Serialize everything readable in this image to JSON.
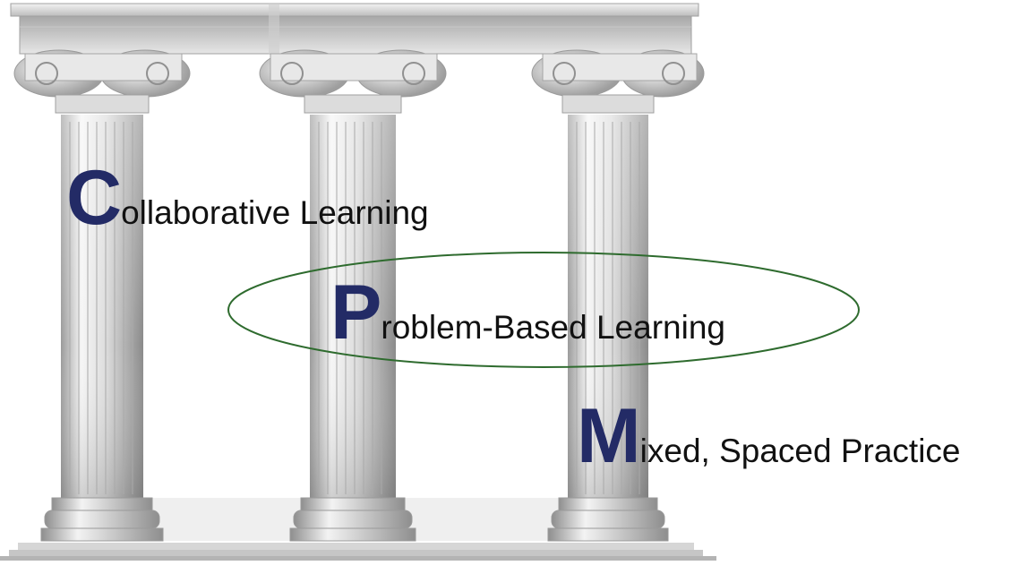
{
  "pillars": [
    {
      "initial": "C",
      "rest": "ollaborative Learning"
    },
    {
      "initial": "P",
      "rest": "roblem-Based Learning",
      "highlighted": true
    },
    {
      "initial": "M",
      "rest": "ixed, Spaced Practice"
    }
  ],
  "colors": {
    "initial": "#232b66",
    "text": "#111111",
    "highlight_ellipse": "#2e6b2e",
    "column_light": "#f4f4f4",
    "column_shadow": "#8c8c8c"
  }
}
